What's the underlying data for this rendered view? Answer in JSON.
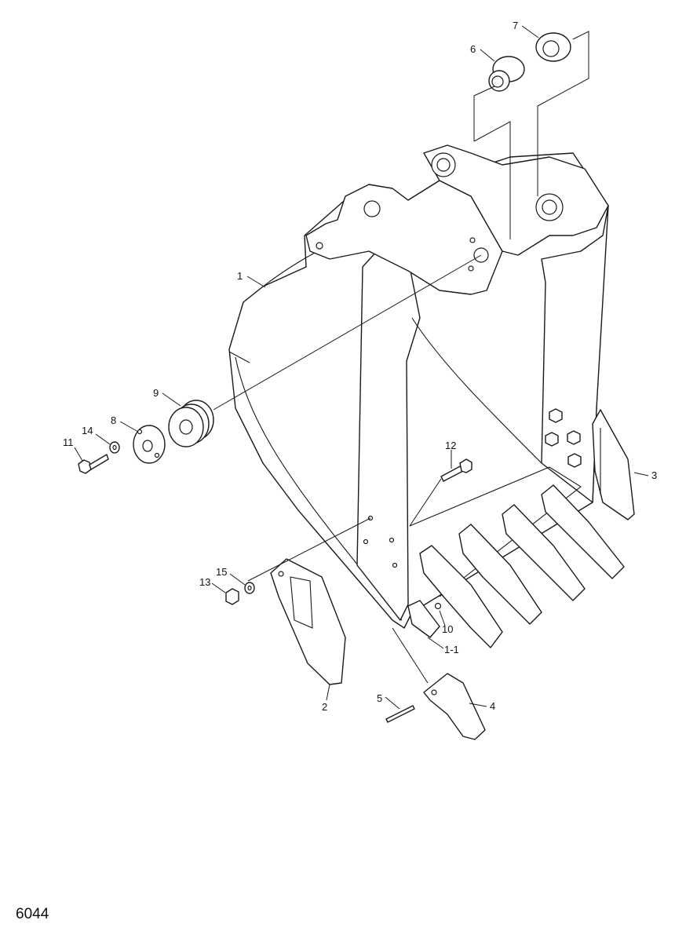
{
  "figure": {
    "page_code": "6044",
    "callouts": {
      "c1": "1",
      "c1_1": "1-1",
      "c2": "2",
      "c3": "3",
      "c4": "4",
      "c5": "5",
      "c6": "6",
      "c7": "7",
      "c8": "8",
      "c9": "9",
      "c10": "10",
      "c11": "11",
      "c12": "12",
      "c13": "13",
      "c14": "14",
      "c15": "15"
    }
  }
}
